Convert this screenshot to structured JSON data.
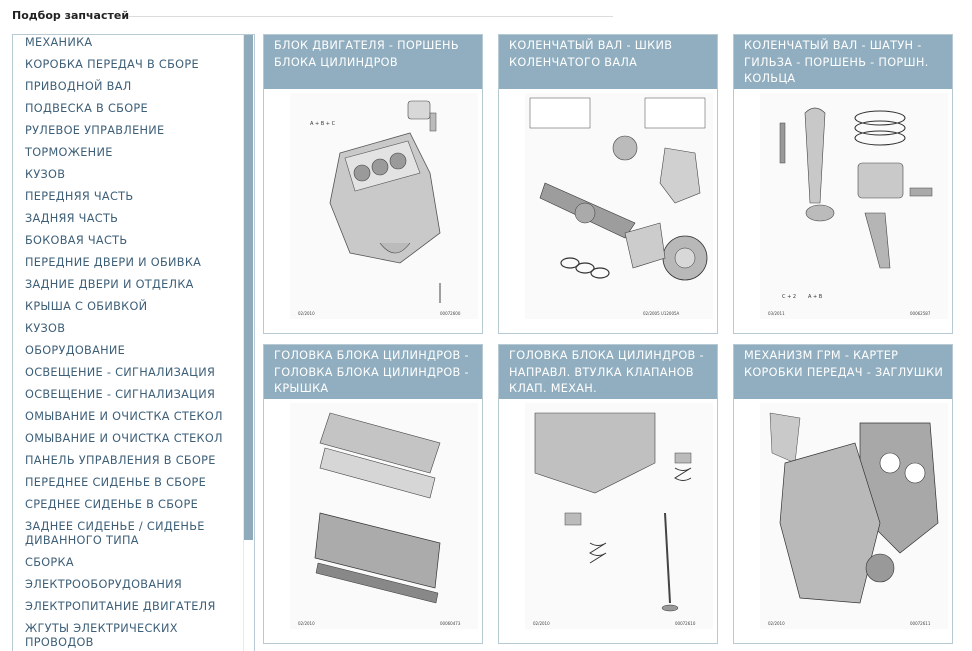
{
  "page": {
    "title": "Подбор запчастей"
  },
  "sidebar": {
    "items": [
      "МЕХАНИКА",
      "КОРОБКА ПЕРЕДАЧ В СБОРЕ",
      "ПРИВОДНОЙ ВАЛ",
      "ПОДВЕСКА В СБОРЕ",
      "РУЛЕВОЕ УПРАВЛЕНИЕ",
      "ТОРМОЖЕНИЕ",
      "КУЗОВ",
      "ПЕРЕДНЯЯ ЧАСТЬ",
      "ЗАДНЯЯ ЧАСТЬ",
      "БОКОВАЯ ЧАСТЬ",
      "ПЕРЕДНИЕ ДВЕРИ И ОБИВКА",
      "ЗАДНИЕ ДВЕРИ И ОТДЕЛКА",
      "КРЫША С ОБИВКОЙ",
      "КУЗОВ",
      "ОБОРУДОВАНИЕ",
      "ОСВЕЩЕНИЕ - СИГНАЛИЗАЦИЯ",
      "ОСВЕЩЕНИЕ - СИГНАЛИЗАЦИЯ",
      "ОМЫВАНИЕ И ОЧИСТКА СТЕКОЛ",
      "ОМЫВАНИЕ И ОЧИСТКА СТЕКОЛ",
      "ПАНЕЛЬ УПРАВЛЕНИЯ В СБОРЕ",
      "ПЕРЕДНЕЕ СИДЕНЬЕ В СБОРЕ",
      "СРЕДНЕЕ СИДЕНЬЕ В СБОРЕ",
      "ЗАДНЕЕ СИДЕНЬЕ / СИДЕНЬЕ ДИВАННОГО ТИПА",
      "СБОРКА",
      "ЭЛЕКТРООБОРУДОВАНИЯ",
      "ЭЛЕКТРОПИТАНИЕ ДВИГАТЕЛЯ",
      "ЖГУТЫ ЭЛЕКТРИЧЕСКИХ ПРОВОДОВ"
    ]
  },
  "cards": [
    {
      "title": "БЛОК ДВИГАТЕЛЯ - ПОРШЕНЬ БЛОКА ЦИЛИНДРОВ",
      "caption_left": "02/2010",
      "caption_right": "00072600"
    },
    {
      "title": "КОЛЕНЧАТЫЙ ВАЛ - ШКИВ КОЛЕНЧАТОГО ВАЛА",
      "caption_left": "",
      "caption_right": "02/2005  U12005A"
    },
    {
      "title": "КОЛЕНЧАТЫЙ ВАЛ - ШАТУН - ГИЛЬЗА - ПОРШЕНЬ - ПОРШН. КОЛЬЦА",
      "caption_left": "03/2011",
      "caption_right": "00062587"
    },
    {
      "title": "ГОЛОВКА БЛОКА ЦИЛИНДРОВ - ГОЛОВКА БЛОКА ЦИЛИНДРОВ - КРЫШКА",
      "caption_left": "02/2010",
      "caption_right": "00060473"
    },
    {
      "title": "ГОЛОВКА БЛОКА ЦИЛИНДРОВ - НАПРАВЛ. ВТУЛКА КЛАПАНОВ КЛАП. МЕХАН.",
      "caption_left": "02/2010",
      "caption_right": "00072610"
    },
    {
      "title": "МЕХАНИЗМ ГРМ - КАРТЕР КОРОБКИ ПЕРЕДАЧ - ЗАГЛУШКИ",
      "caption_left": "02/2010",
      "caption_right": "00072611"
    }
  ],
  "colors": {
    "card_header": "#90aebf",
    "sidebar_link": "#3d5f78",
    "border": "#b7c9d3",
    "scroll_thumb": "#8eaabb"
  }
}
